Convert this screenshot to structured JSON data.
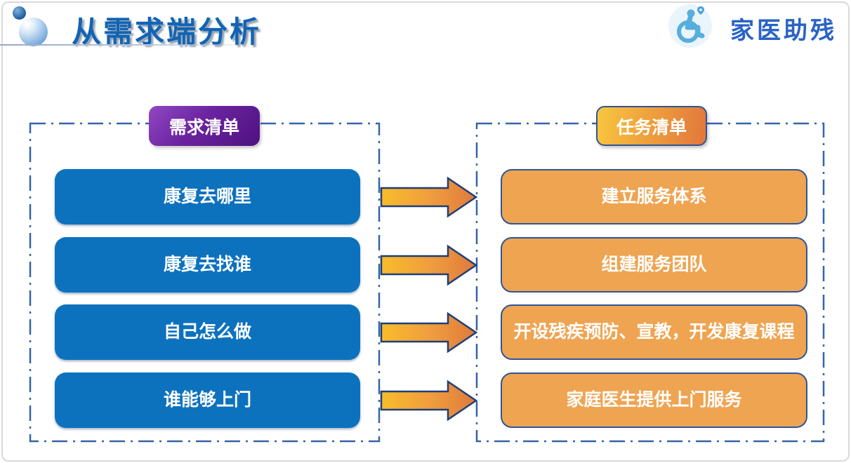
{
  "slide": {
    "title": "从需求端分析",
    "brand": {
      "name": "家医助残",
      "icon": "wheelchair-heart"
    }
  },
  "diagram": {
    "left_panel": {
      "title": "需求清单",
      "items": [
        "康复去哪里",
        "康复去找谁",
        "自己怎么做",
        "谁能够上门"
      ]
    },
    "right_panel": {
      "title": "任务清单",
      "items": [
        "建立服务体系",
        "组建服务团队",
        "开设残疾预防、宣教，开发康复课程",
        "家庭医生提供上门服务"
      ]
    },
    "mappings": [
      {
        "from": "康复去哪里",
        "to": "建立服务体系"
      },
      {
        "from": "康复去找谁",
        "to": "组建服务团队"
      },
      {
        "from": "自己怎么做",
        "to": "开设残疾预防、宣教，开发康复课程"
      },
      {
        "from": "谁能够上门",
        "to": "家庭医生提供上门服务"
      }
    ],
    "colors": {
      "demand_box": "#0D72BE",
      "task_box": "#EFA452",
      "demand_header_gradient": [
        "#9147C2",
        "#4E1280"
      ],
      "task_header_gradient": [
        "#F9C63E",
        "#E2763C"
      ],
      "arrow_gradient": [
        "#F8BC2C",
        "#DE7A3C"
      ],
      "dash_border": "#3465A8",
      "box_border": "#2F5597",
      "title_color": "#1164B4",
      "brand_color": "#2A63C6"
    }
  }
}
